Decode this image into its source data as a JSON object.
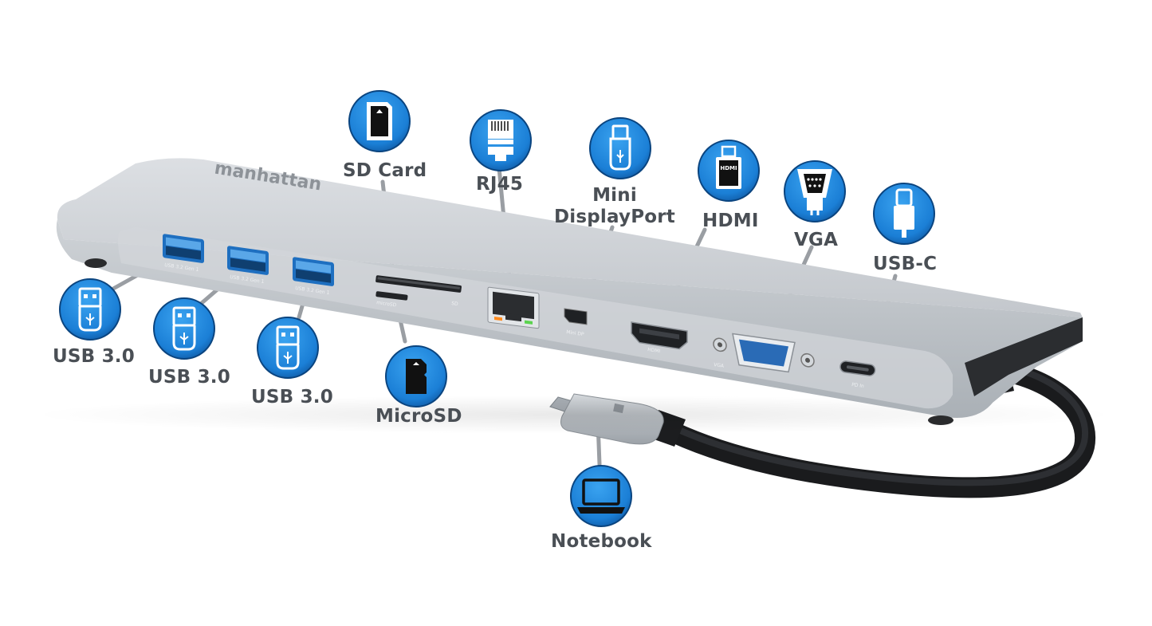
{
  "brand": "manhattan",
  "labels": {
    "usb1": "USB 3.0",
    "usb2": "USB 3.0",
    "usb3": "USB 3.0",
    "sd": "SD Card",
    "microsd": "MicroSD",
    "rj45": "RJ45",
    "minidp_1": "Mini",
    "minidp_2": "DisplayPort",
    "hdmi": "HDMI",
    "vga": "VGA",
    "usbc": "USB-C",
    "notebook": "Notebook"
  },
  "port_marks": {
    "usb_a": "USB 3.2 Gen 1",
    "sd": "SD",
    "microsd": "microSD",
    "minidp": "Mini DP",
    "hdmi": "HDMI",
    "vga": "VGA",
    "pd": "PD In"
  },
  "icon_labels": {
    "hdmi": "HDMI"
  },
  "colors": {
    "badge_blue": "#1b7fd6",
    "badge_dark": "#0c4f96",
    "leader_gray": "#9a9ea3",
    "label_gray": "#4a4f55",
    "hub_silver": "#c9cdd2",
    "usb_port_blue": "#2e86d4"
  },
  "icons": [
    "usb-a-icon",
    "sd-card-icon",
    "microsd-icon",
    "ethernet-icon",
    "mini-displayport-icon",
    "hdmi-icon",
    "vga-icon",
    "usb-c-icon",
    "laptop-icon"
  ]
}
